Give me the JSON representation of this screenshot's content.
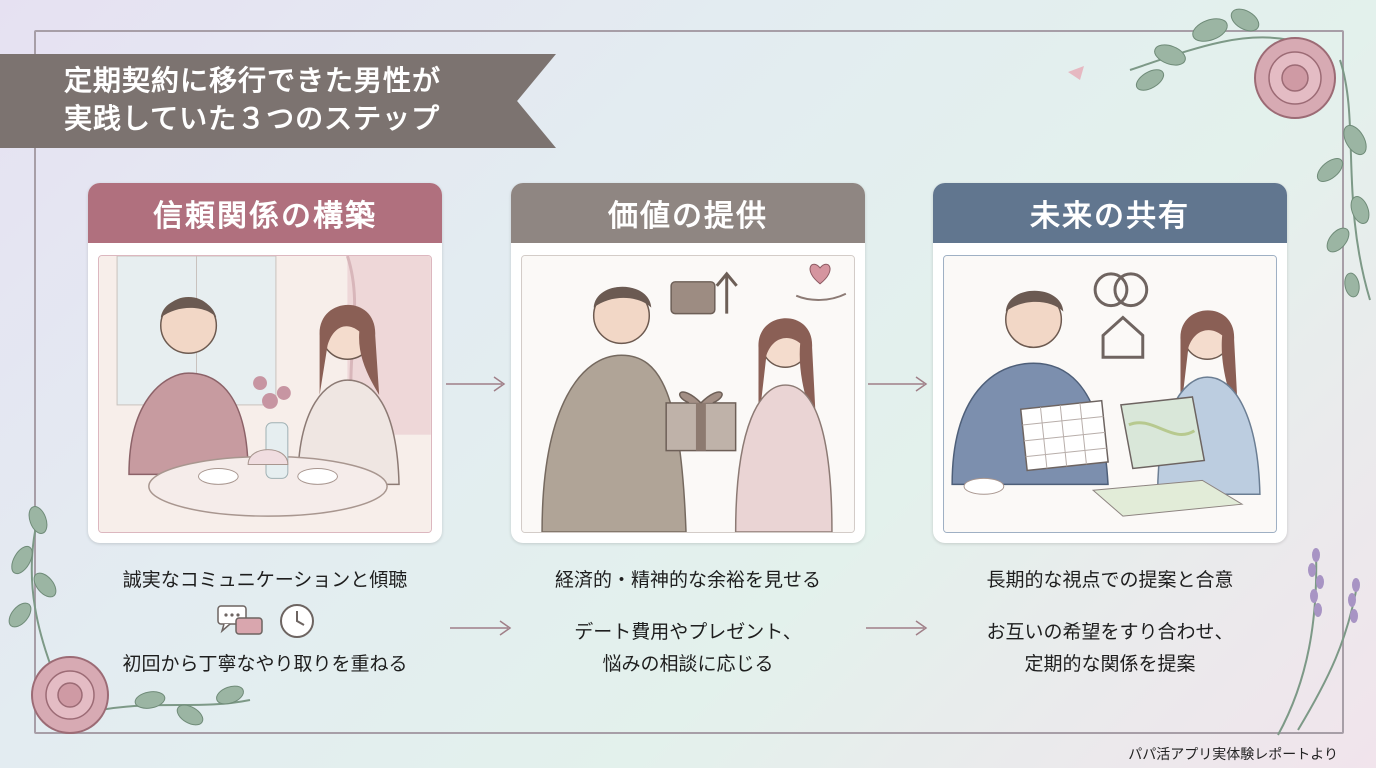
{
  "title": {
    "line1": "定期契約に移行できた男性が",
    "line2": "実践していた３つのステップ"
  },
  "steps": [
    {
      "heading": "信頼関係の構築",
      "subtitle": "誠実なコミュニケーションと傾聴",
      "detail_line1": "初回から丁寧なやり取りを重ねる",
      "detail_line2": "",
      "icons": [
        "chat-bubbles-icon",
        "clock-icon"
      ],
      "color": "#b0707e"
    },
    {
      "heading": "価値の提供",
      "subtitle": "経済的・精神的な余裕を見せる",
      "detail_line1": "デート費用やプレゼント、",
      "detail_line2": "悩みの相談に応じる",
      "icons": [
        "wallet-icon",
        "up-arrow-icon",
        "heart-hand-icon",
        "gift-box-icon"
      ],
      "color": "#8f8682"
    },
    {
      "heading": "未来の共有",
      "subtitle": "長期的な視点での提案と合意",
      "detail_line1": "お互いの希望をすり合わせ、",
      "detail_line2": "定期的な関係を提案",
      "icons": [
        "rings-icon",
        "house-icon",
        "calendar-icon",
        "map-icon"
      ],
      "color": "#61768f"
    }
  ],
  "credit": "パパ活アプリ実体験レポートより",
  "colors": {
    "ribbon": "#7c7370",
    "frame": "#a79ea7",
    "arrow": "#a07f88"
  }
}
